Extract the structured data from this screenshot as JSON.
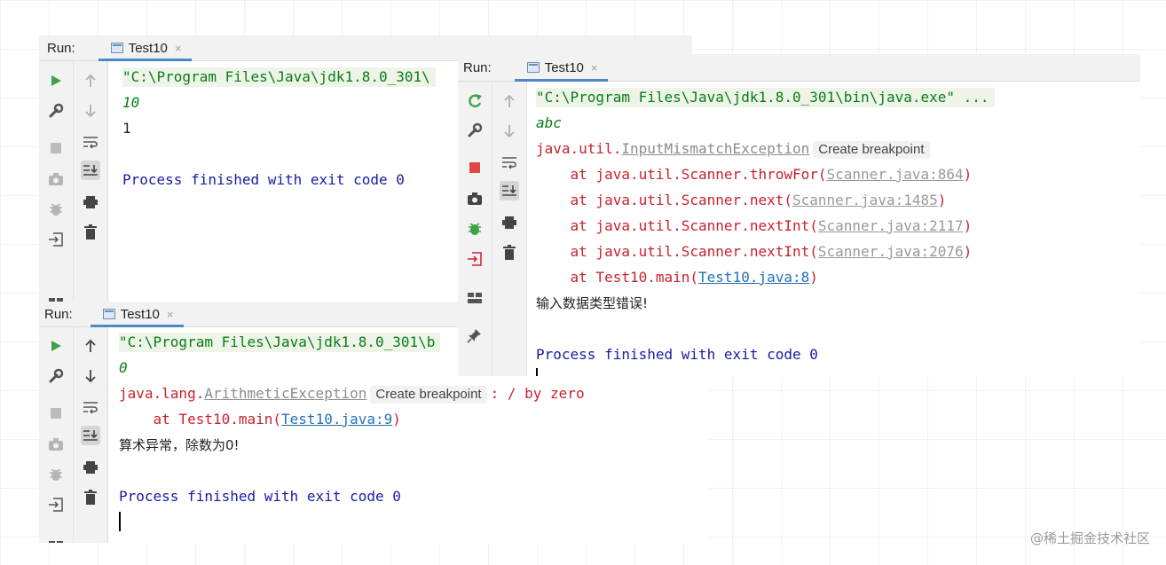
{
  "panel_a": {
    "run_label": "Run:",
    "tab_title": "Test10",
    "tab_close": "×",
    "lines": {
      "cmd": "\"C:\\Program Files\\Java\\jdk1.8.0_301\\",
      "input": "10",
      "output": "1",
      "finish": "Process finished with exit code 0"
    }
  },
  "panel_c": {
    "run_label": "Run:",
    "tab_title": "Test10",
    "tab_close": "×",
    "lines": {
      "cmd": "\"C:\\Program Files\\Java\\jdk1.8.0_301\\b",
      "input": "0",
      "exception_prefix": "java.lang.",
      "exception_name": "ArithmeticException",
      "breakpoint": "Create breakpoint",
      "exception_suffix": ": / by zero",
      "trace_prefix": "    at Test10.main(",
      "trace_link": "Test10.java:9",
      "trace_suffix": ")",
      "message": "算术异常，除数为0!",
      "finish": "Process finished with exit code 0"
    }
  },
  "panel_b": {
    "run_label": "Run:",
    "tab_title": "Test10",
    "tab_close": "×",
    "lines": {
      "cmd": "\"C:\\Program Files\\Java\\jdk1.8.0_301\\bin\\java.exe\" ...",
      "input": "abc",
      "exception_prefix": "java.util.",
      "exception_name": "InputMismatchException",
      "breakpoint": "Create breakpoint",
      "traces": [
        {
          "prefix": "    at java.util.Scanner.throwFor(",
          "link": "Scanner.java:864",
          "suffix": ")"
        },
        {
          "prefix": "    at java.util.Scanner.next(",
          "link": "Scanner.java:1485",
          "suffix": ")"
        },
        {
          "prefix": "    at java.util.Scanner.nextInt(",
          "link": "Scanner.java:2117",
          "suffix": ")"
        },
        {
          "prefix": "    at java.util.Scanner.nextInt(",
          "link": "Scanner.java:2076",
          "suffix": ")"
        },
        {
          "prefix": "    at Test10.main(",
          "link": "Test10.java:8",
          "suffix": ")"
        }
      ],
      "message": "输入数据类型错误!",
      "finish": "Process finished with exit code 0"
    }
  },
  "watermark": "@稀土掘金技术社区",
  "colors": {
    "command_green": "#067d17",
    "error_red": "#c7222d",
    "link_blue": "#2470b3",
    "finish_blue": "#1a1aa6",
    "tab_underline": "#4a88c7"
  }
}
